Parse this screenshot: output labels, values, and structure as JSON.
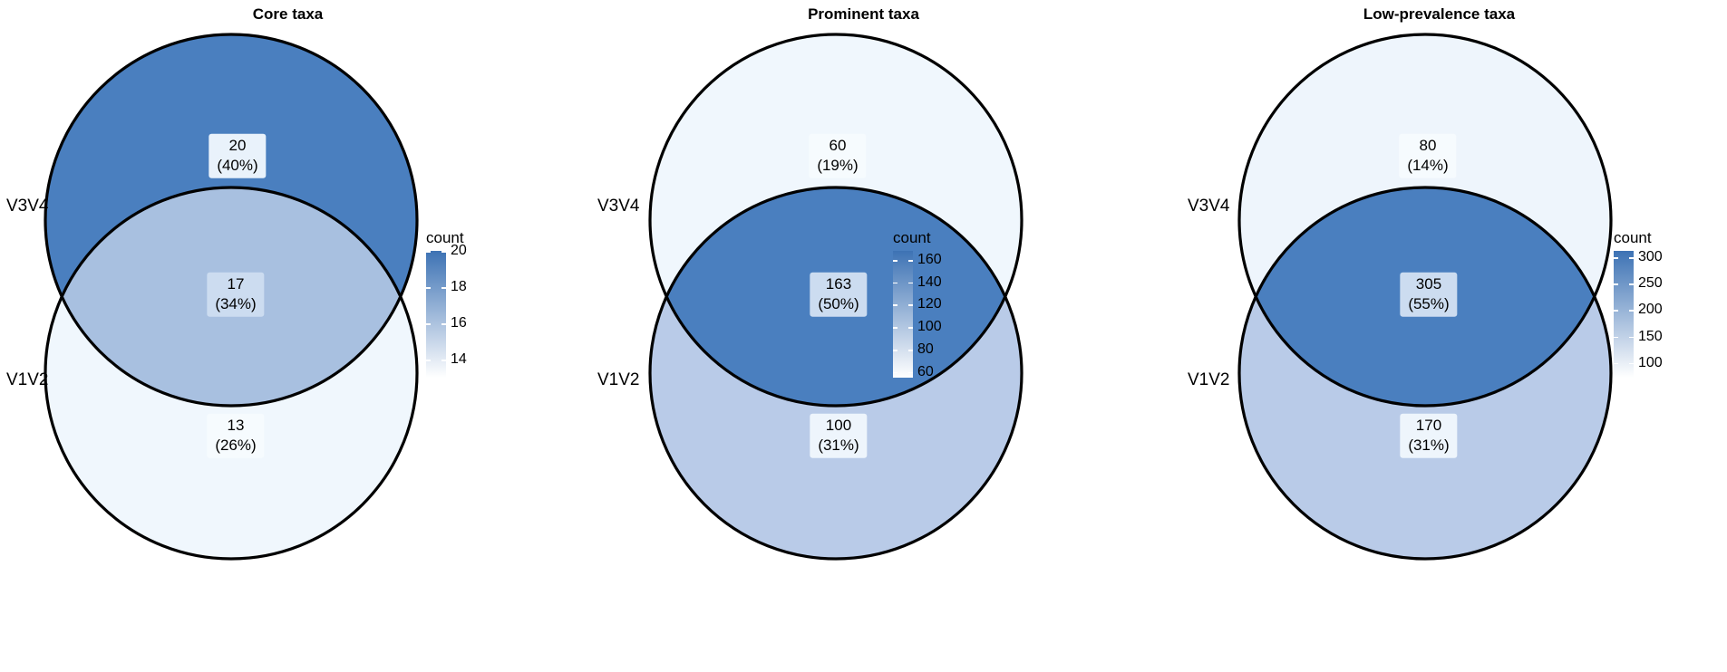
{
  "figure": {
    "background": "#ffffff",
    "stroke": "#000000",
    "fill_dark": "#4a7fbf",
    "fill_mid": "#a8c0e0",
    "fill_light": "#f0f7fd"
  },
  "panels": [
    {
      "title": "Core taxa",
      "set_labels": {
        "top": "V3V4",
        "bottom": "V1V2"
      },
      "regions": {
        "top_only": {
          "count": "20",
          "percent": "(40%)"
        },
        "intersection": {
          "count": "17",
          "percent": "(34%)"
        },
        "bottom_only": {
          "count": "13",
          "percent": "(26%)"
        }
      },
      "legend": {
        "title": "count",
        "ticks": [
          "20",
          "18",
          "16",
          "14"
        ],
        "tick_values": [
          20,
          18,
          16,
          14
        ],
        "scale_min": 13,
        "scale_max": 20
      },
      "fills": {
        "top_only": "#4a7fbf",
        "intersection": "#a8c0e0",
        "bottom_only": "#f0f7fd"
      }
    },
    {
      "title": "Prominent taxa",
      "set_labels": {
        "top": "V3V4",
        "bottom": "V1V2"
      },
      "regions": {
        "top_only": {
          "count": "60",
          "percent": "(19%)"
        },
        "intersection": {
          "count": "163",
          "percent": "(50%)"
        },
        "bottom_only": {
          "count": "100",
          "percent": "(31%)"
        }
      },
      "legend": {
        "title": "count",
        "ticks": [
          "160",
          "140",
          "120",
          "100",
          "80",
          "60"
        ],
        "tick_values": [
          160,
          140,
          120,
          100,
          80,
          60
        ],
        "scale_min": 55,
        "scale_max": 168
      },
      "fills": {
        "top_only": "#f0f7fd",
        "intersection": "#4a7fbf",
        "bottom_only": "#b9cbe8"
      }
    },
    {
      "title": "Low-prevalence taxa",
      "set_labels": {
        "top": "V3V4",
        "bottom": "V1V2"
      },
      "regions": {
        "top_only": {
          "count": "80",
          "percent": "(14%)"
        },
        "intersection": {
          "count": "305",
          "percent": "(55%)"
        },
        "bottom_only": {
          "count": "170",
          "percent": "(31%)"
        }
      },
      "legend": {
        "title": "count",
        "ticks": [
          "300",
          "250",
          "200",
          "150",
          "100"
        ],
        "tick_values": [
          300,
          250,
          200,
          150,
          100
        ],
        "scale_min": 72,
        "scale_max": 312
      },
      "fills": {
        "top_only": "#eef5fc",
        "intersection": "#4a7fbf",
        "bottom_only": "#b9cbe8"
      }
    }
  ],
  "chart_data": {
    "type": "venn",
    "title": null,
    "panels": [
      {
        "title": "Core taxa",
        "sets": [
          "V3V4",
          "V1V2"
        ],
        "regions": [
          {
            "set": "V3V4 only",
            "count": 20,
            "percent": 40
          },
          {
            "set": "V3V4 ∩ V1V2",
            "count": 17,
            "percent": 34
          },
          {
            "set": "V1V2 only",
            "count": 13,
            "percent": 26
          }
        ],
        "legend": {
          "label": "count",
          "ticks": [
            20,
            18,
            16,
            14
          ]
        }
      },
      {
        "title": "Prominent taxa",
        "sets": [
          "V3V4",
          "V1V2"
        ],
        "regions": [
          {
            "set": "V3V4 only",
            "count": 60,
            "percent": 19
          },
          {
            "set": "V3V4 ∩ V1V2",
            "count": 163,
            "percent": 50
          },
          {
            "set": "V1V2 only",
            "count": 100,
            "percent": 31
          }
        ],
        "legend": {
          "label": "count",
          "ticks": [
            160,
            140,
            120,
            100,
            80,
            60
          ]
        }
      },
      {
        "title": "Low-prevalence taxa",
        "sets": [
          "V3V4",
          "V1V2"
        ],
        "regions": [
          {
            "set": "V3V4 only",
            "count": 80,
            "percent": 14
          },
          {
            "set": "V3V4 ∩ V1V2",
            "count": 305,
            "percent": 55
          },
          {
            "set": "V1V2 only",
            "count": 170,
            "percent": 31
          }
        ],
        "legend": {
          "label": "count",
          "ticks": [
            300,
            250,
            200,
            150,
            100
          ]
        }
      }
    ],
    "colormap": {
      "low": "#ffffff",
      "high": "#3d72b4"
    },
    "legend_position": "right-of-each-panel",
    "grid": false
  }
}
